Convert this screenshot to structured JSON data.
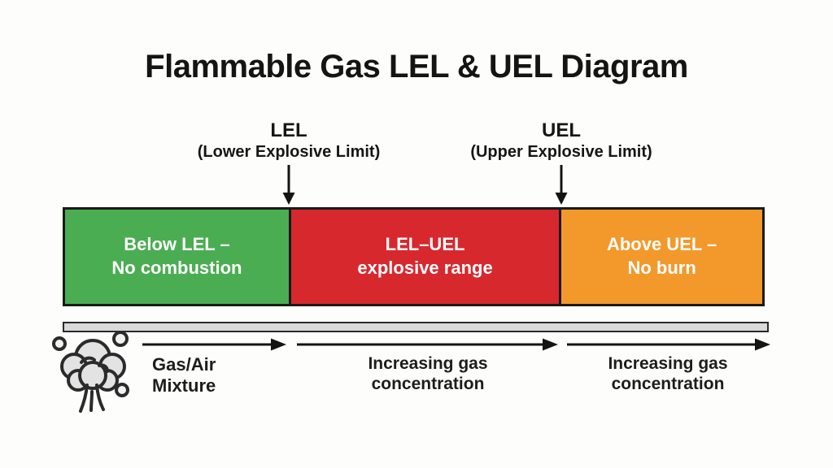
{
  "title": "Flammable Gas LEL & UEL Diagram",
  "limits": {
    "lel": {
      "abbr": "LEL",
      "full": "(Lower Explosive Limit)"
    },
    "uel": {
      "abbr": "UEL",
      "full": "(Upper Explosive Limit)"
    }
  },
  "zones": [
    {
      "line1": "Below LEL –",
      "line2": "No combustion",
      "color": "#4aad52"
    },
    {
      "line1": "LEL–UEL",
      "line2": "explosive range",
      "color": "#d7282e"
    },
    {
      "line1": "Above UEL –",
      "line2": "No burn",
      "color": "#f3992b"
    }
  ],
  "axis": {
    "labels": [
      {
        "line1": "Gas/Air",
        "line2": "Mixture"
      },
      {
        "line1": "Increasing gas",
        "line2": "concentration"
      },
      {
        "line1": "Increasing gas",
        "line2": "concentration"
      }
    ]
  },
  "colors": {
    "outline": "#1a1a1a",
    "track_fill": "#d9d9d9",
    "zone_text": "#fdfdfd",
    "text": "#161616",
    "cloud_fill": "#e3e3e3"
  },
  "icons": {
    "gas_cloud": "gas-cloud-icon"
  }
}
